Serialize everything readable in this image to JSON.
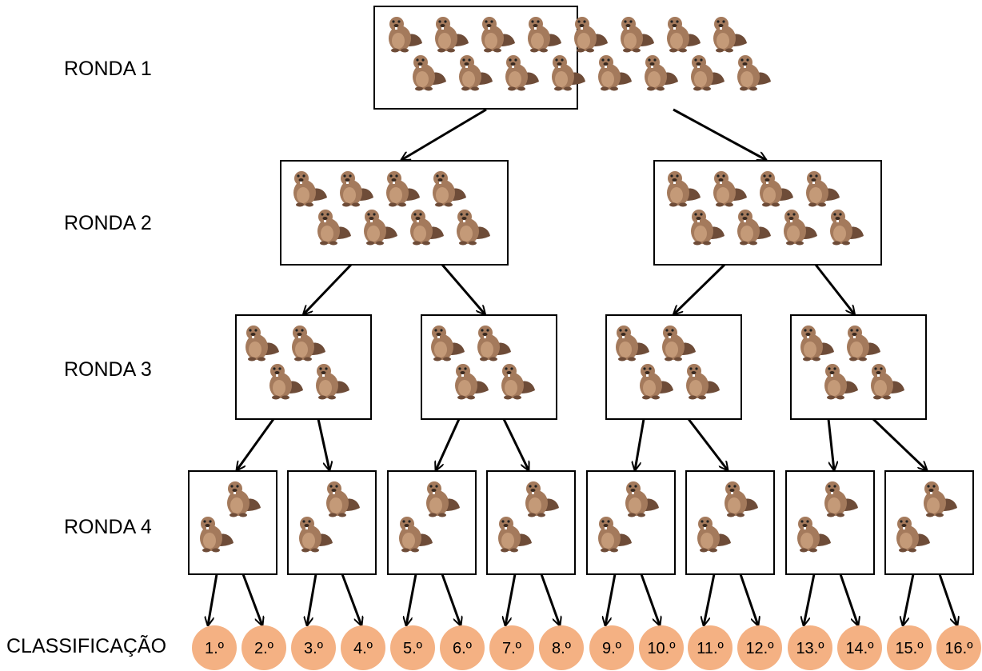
{
  "rounds": [
    "RONDA 1",
    "RONDA 2",
    "RONDA 3",
    "RONDA 4"
  ],
  "classification_label": "CLASSIFICAÇÃO",
  "ranks": [
    "1.º",
    "2.º",
    "3.º",
    "4.º",
    "5.º",
    "6.º",
    "7.º",
    "8.º",
    "9.º",
    "10.º",
    "11.º",
    "12.º",
    "13.º",
    "14.º",
    "15.º",
    "16.º"
  ],
  "beavers_per_box": [
    16,
    8,
    4,
    2
  ],
  "colors": {
    "beaver_body": "#a47a5c",
    "beaver_belly": "#c49a78",
    "beaver_tail": "#6e4c38",
    "rank_circle": "#f4b183",
    "stroke": "#000000"
  },
  "icons": {
    "contestant": "beaver-icon"
  }
}
